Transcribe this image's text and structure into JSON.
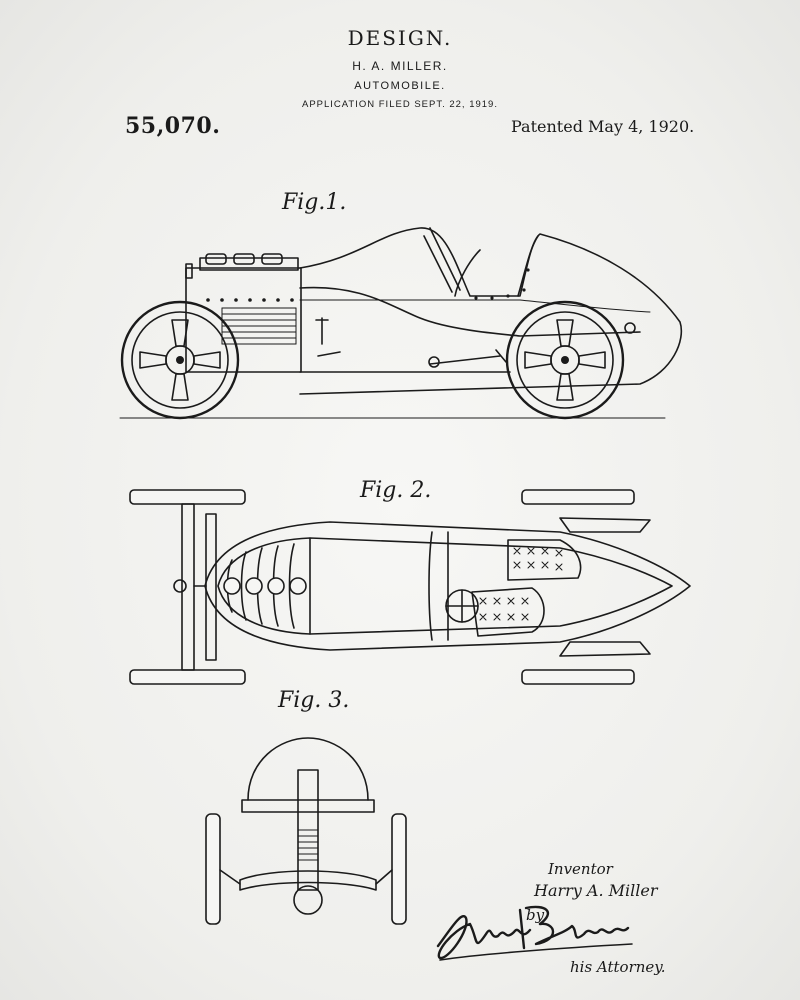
{
  "header": {
    "title": "DESIGN.",
    "inventor": "H. A. MILLER.",
    "subject": "AUTOMOBILE.",
    "filed": "APPLICATION FILED SEPT. 22, 1919.",
    "patent_number": "55,070.",
    "patent_date": "Patented May 4, 1920."
  },
  "figures": {
    "fig1": "Fig.1.",
    "fig2": "Fig. 2.",
    "fig3": "Fig. 3."
  },
  "signature": {
    "inventor_role": "Inventor",
    "inventor_name": "Harry A. Miller",
    "by": "by",
    "attorney_signature": "James T. Barkelew",
    "attorney_role": "his Attorney."
  },
  "colors": {
    "paper": "#f3f3f1",
    "ink": "#1b1b1b"
  }
}
